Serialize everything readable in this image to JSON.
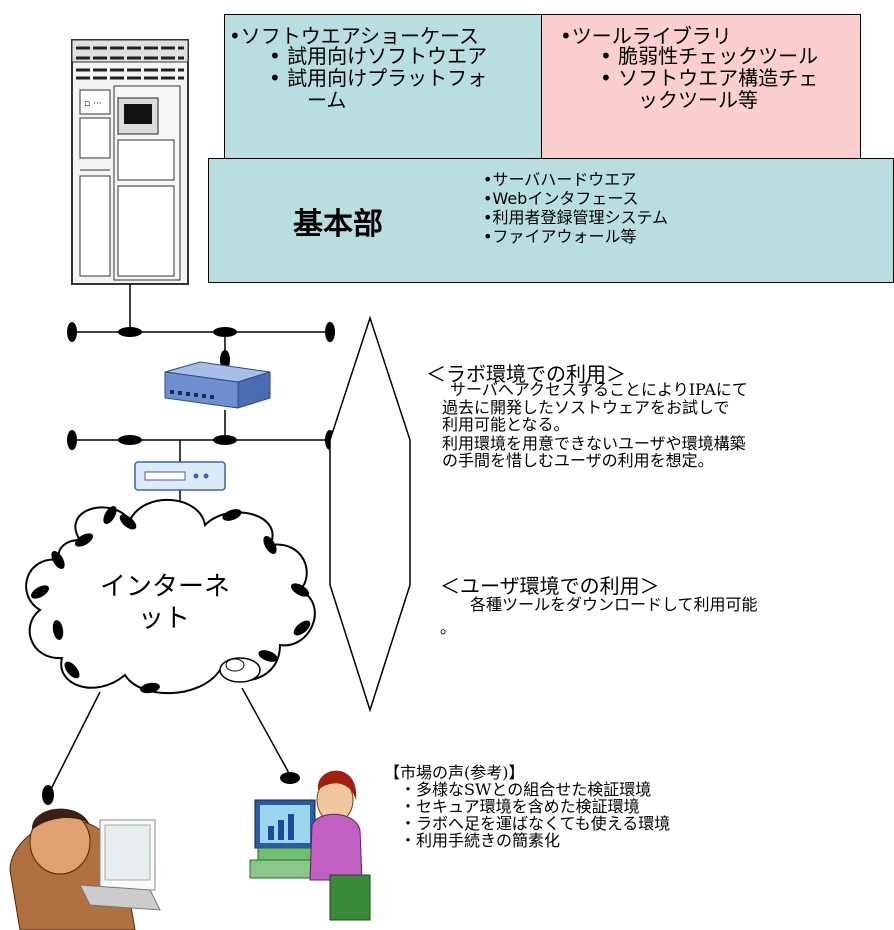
{
  "showcase_box": {
    "title": "•ソフトウエアショーケース",
    "items": [
      "• 試用向けソフトウエア",
      "• 試用向けプラットフォ",
      "ーム"
    ],
    "color": "#b9dedf"
  },
  "tool_box": {
    "title": "•ツールライブラリ",
    "items": [
      "• 脆弱性チェックツール",
      "• ソフトウエア構造チェ",
      "ックツール等"
    ],
    "color": "#fbcfcf"
  },
  "kihon_box": {
    "label": "基本部",
    "items": [
      "•サーバハードウエア",
      "•Webインタフェース",
      "•利用者登録管理システム",
      "•ファイアウォール等"
    ],
    "color": "#b9dedf"
  },
  "lab_section": {
    "heading": "＜ラボ環境での利用＞",
    "lines": [
      "サーバへアクセスすることによりIPAにて",
      "過去に開発したソストウェアをお試しで",
      "利用可能となる。",
      "利用環境を用意できないユーザや環境構築",
      "の手間を惜しむユーザの利用を想定。"
    ]
  },
  "user_section": {
    "heading": "＜ユーザ環境での利用＞",
    "lines": [
      "各種ツールをダウンロードして利用可能",
      "。"
    ]
  },
  "market_section": {
    "heading": "【市場の声(参考)】",
    "lines": [
      "・多様なSWとの組合せた検証環境",
      "・セキュア環境を含めた検証環境",
      "・ラボへ足を運ばなくても使える環境",
      "・利用手続きの簡素化"
    ]
  },
  "cloud": {
    "label_line1": "インターネ",
    "label_line2": "ット"
  }
}
